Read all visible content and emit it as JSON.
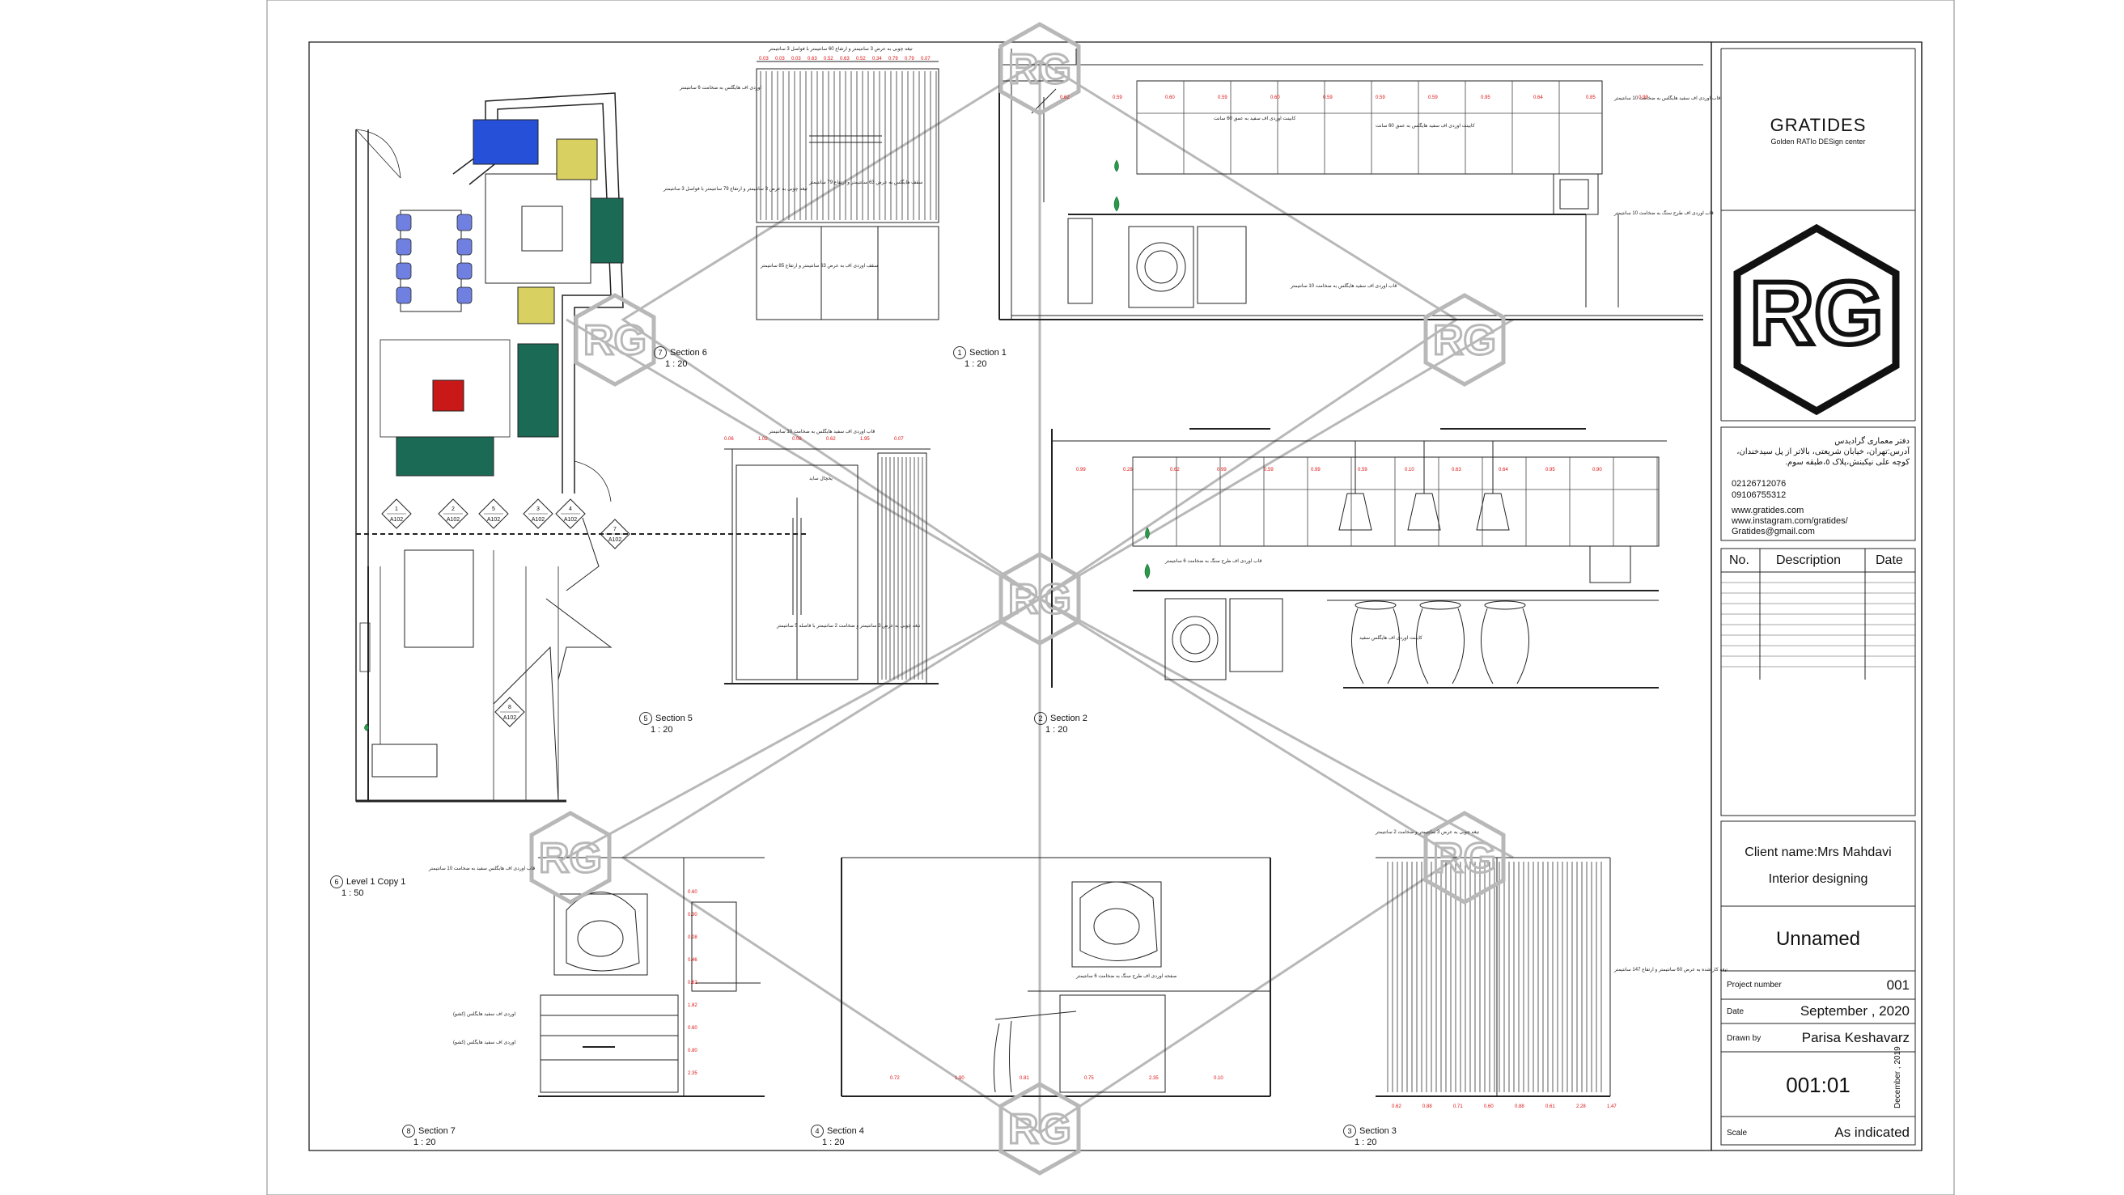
{
  "company": {
    "name": "GRATIDES",
    "subtitle": "Golden RATIo DESign center",
    "logo_text": "RG",
    "address_line1": "دفتر معماری گرادیدس",
    "address_line2": "آدرس:تهران، خیابان شریعتی، بالاتر از پل سیدخندان،",
    "address_line3": "کوچه علی نیکبنش،پلاک ٥،طبقه سوم.",
    "phone1": "02126712076",
    "phone2": "09106755312",
    "web": "www.gratides.com",
    "instagram": "www.instagram.com/gratides/",
    "email": "Gratides@gmail.com"
  },
  "revisions": {
    "headers": [
      "No.",
      "Description",
      "Date"
    ],
    "rows": 9
  },
  "project": {
    "client": "Client name:Mrs Mahdavi",
    "service": "Interior designing",
    "sheet_name": "Unnamed",
    "number_label": "Project number",
    "number_value": "001",
    "date_label": "Date",
    "date_value": "September , 2020",
    "drawn_label": "Drawn by",
    "drawn_value": "Parisa Keshavarz",
    "sheet_no": "001:01",
    "scale_label": "Scale",
    "scale_value": "As indicated",
    "side_date": "December , 2019"
  },
  "views": [
    {
      "id": "v7top",
      "num": "7",
      "name": "Section 6",
      "scale": "1 : 20"
    },
    {
      "id": "v1",
      "num": "1",
      "name": "Section 1",
      "scale": "1 : 20"
    },
    {
      "id": "v5",
      "num": "5",
      "name": "Section 5",
      "scale": "1 : 20"
    },
    {
      "id": "v2",
      "num": "2",
      "name": "Section 2",
      "scale": "1 : 20"
    },
    {
      "id": "v6",
      "num": "6",
      "name": "Level 1 Copy 1",
      "scale": "1 : 50"
    },
    {
      "id": "v8",
      "num": "8",
      "name": "Section 7",
      "scale": "1 : 20"
    },
    {
      "id": "v4",
      "num": "4",
      "name": "Section 4",
      "scale": "1 : 20"
    },
    {
      "id": "v3",
      "num": "3",
      "name": "Section 3",
      "scale": "1 : 20"
    }
  ],
  "plan_tags": {
    "ref": "A102",
    "nums": [
      "1",
      "2",
      "5",
      "3",
      "4",
      "8",
      "7"
    ]
  },
  "notes": {
    "s6_top": "تیغه چوبی به عرض 3 سانتیمتر و ارتفاع 60 سانتیمتر با فواصل 3 سانتیمتر",
    "s6_left1": "اوردی اف هایگلس به ضخامت 6 سانتیمتر",
    "s6_left2": "تیغه چوبی به عرض 3 سانتیمتر و ارتفاع 79 سانتیمتر با فواصل 3 سانتیمتر",
    "s6_mid": "سقف هایگلس به عرض 63 سانتیمتر و ارتفاع 79 سانتیمتر",
    "s6_bot": "سقف اوردی اف به عرض 63 سانتیمتر و ارتفاع 85 سانتیمتر",
    "s1_a": "کابینت اوردی اف سفید به عمق 60 سانت",
    "s1_b": "کابینت اوردی اف سفید هایگلس به عمق 60 سانت",
    "s1_c": "قاب اوردی اف سفید هایگلس به ضخامت 10 سانتیمتر",
    "s1_d": "قاب اوردی اف طرح سنگ به ضخامت 10 سانتیمتر",
    "s5_a": "قاب اوردی اف سفید هایگلس به ضخامت 10 سانتیمتر",
    "s5_b": "یخچال ساید",
    "s5_c": "تیغه چوبی به عرض 3 سانتیمتر و ضخامت 2 سانتیمتر با فاصله 5 سانتیمتر",
    "s2_a": "کابینت اوردی اف هایگلس سفید",
    "s2_b": "قاب اوردی اف طرح سنگ به ضخامت 6 سانتیمتر",
    "s7_a": "قاب اوردی اف هایگلس سفید به ضخامت 10 سانتیمتر",
    "s7_b": "اوردی اف سفید هایگلس (کشو)",
    "s4_a": "صفحه اوردی اف طرح سنگ به ضخامت 6 سانتیمتر",
    "s3_a": "تیغه چوبی به عرض 3 سانتیمتر و ضخامت 2 سانتیمتر",
    "s3_b": "تیغه کار شده به عرض 60 سانتیمتر و ارتفاع 147 سانتیمتر"
  },
  "dims": {
    "s6": [
      "0.03",
      "0.03",
      "0.03",
      "0.63",
      "0.52",
      "0.63",
      "0.52",
      "0.34",
      "0.79",
      "0.79",
      "0.07"
    ],
    "s1": [
      "0.62",
      "0.59",
      "0.60",
      "0.59",
      "0.60",
      "0.59",
      "0.59",
      "0.59",
      "0.95",
      "0.64",
      "0.85",
      "0.90"
    ],
    "s5": [
      "0.06",
      "1.02",
      "0.08",
      "0.62",
      "1.95",
      "0.07"
    ],
    "s2": [
      "0.99",
      "0.28",
      "0.62",
      "0.99",
      "0.59",
      "0.99",
      "0.59",
      "0.10",
      "0.63",
      "0.64",
      "0.95",
      "0.90"
    ],
    "s7": [
      "0.60",
      "0.30",
      "0.08",
      "0.46",
      "0.82",
      "1.82",
      "0.60",
      "0.80",
      "2.35"
    ],
    "s4": [
      "0.72",
      "1.90",
      "0.81",
      "0.75",
      "2.35",
      "0.10"
    ],
    "s3": [
      "0.62",
      "0.88",
      "0.71",
      "0.60",
      "0.88",
      "0.61",
      "2.28",
      "1.47"
    ]
  },
  "colors": {
    "line": "#222222",
    "dim_red": "#dd2222",
    "watermark": "#b8b8b8",
    "plant": "#2a9a4a",
    "sofa_blue": "#2650d8",
    "rug_green": "#1b6a55",
    "rug_red": "#c81818",
    "chair_purple": "#7080e0",
    "plant_yellow": "#d8d060"
  }
}
